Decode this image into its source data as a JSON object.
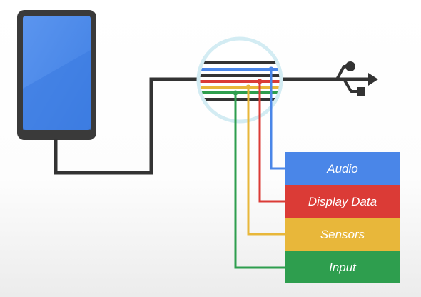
{
  "colors": {
    "device_frame": "#3a3a3a",
    "device_screen": "#4a86e8",
    "cable": "#333333",
    "audio": "#4a86e8",
    "display_data": "#db3b36",
    "sensors": "#e8b73a",
    "input": "#2e9e4e"
  },
  "icons": {
    "device": "phone-icon",
    "connector": "usb-icon",
    "lens": "magnifier-lens"
  },
  "channels": [
    {
      "key": "audio",
      "label": "Audio",
      "color": "#4a86e8"
    },
    {
      "key": "display_data",
      "label": "Display Data",
      "color": "#db3b36"
    },
    {
      "key": "sensors",
      "label": "Sensors",
      "color": "#e8b73a"
    },
    {
      "key": "input",
      "label": "Input",
      "color": "#2e9e4e"
    }
  ]
}
